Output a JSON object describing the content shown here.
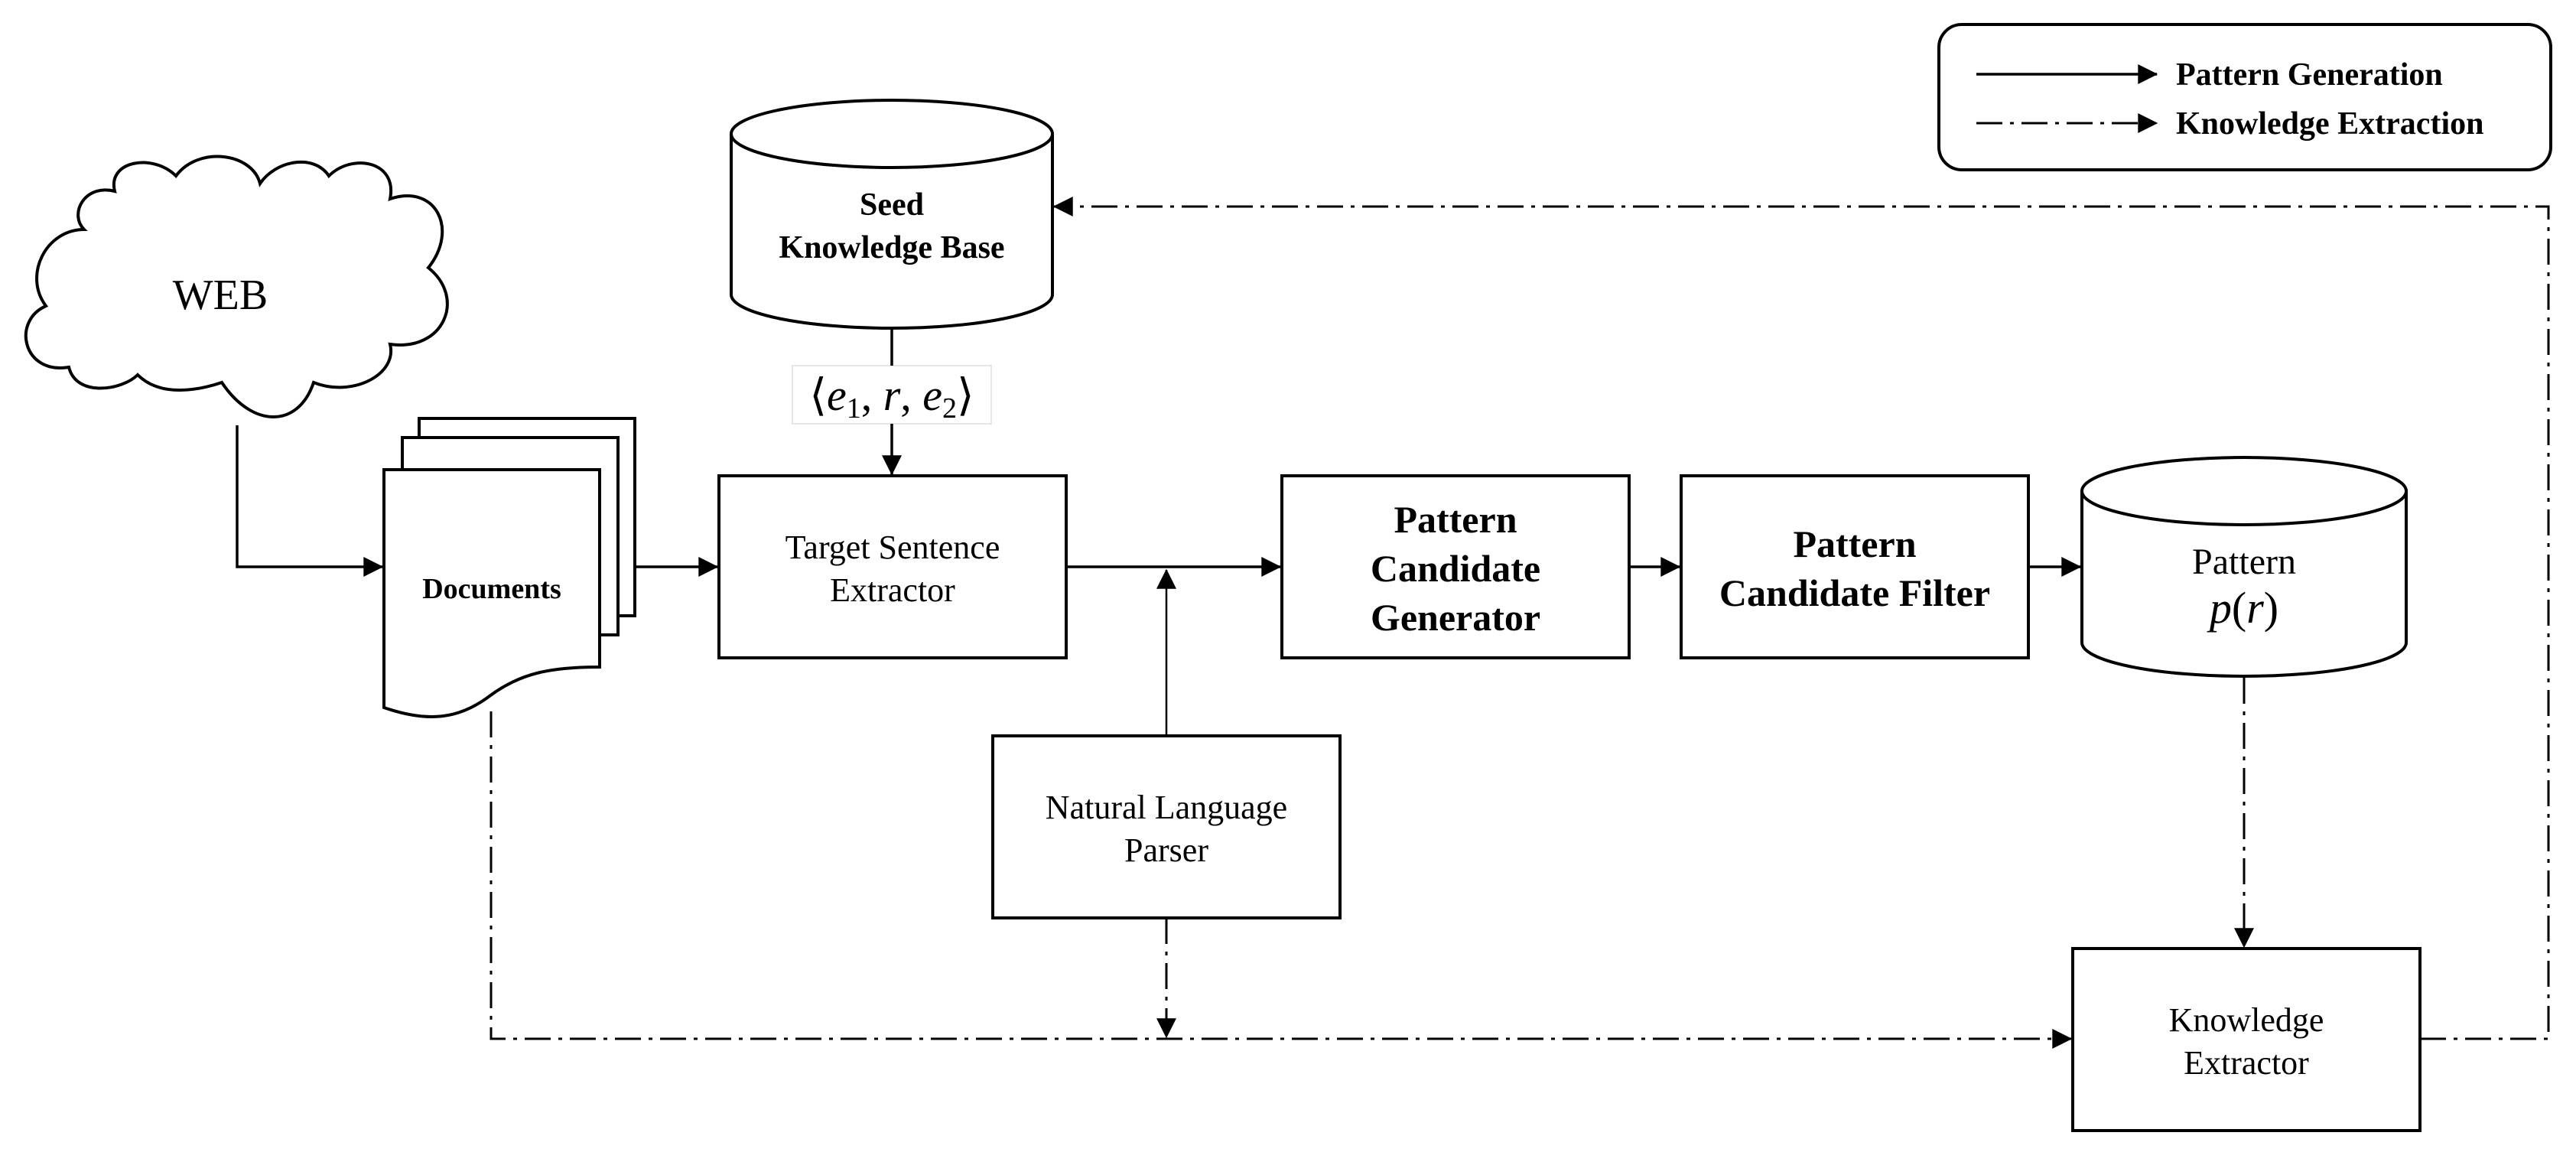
{
  "legend": {
    "solid_label": "Pattern Generation",
    "dashdot_label": "Knowledge Extraction"
  },
  "nodes": {
    "web": "WEB",
    "documents": "Documents",
    "seed_kb": {
      "line1": "Seed",
      "line2": "Knowledge Base"
    },
    "tuple": {
      "open": "⟨",
      "e1": "e",
      "e1_sub": "1",
      "comma1": ", ",
      "r": "r",
      "comma2": ", ",
      "e2": "e",
      "e2_sub": "2",
      "close": "⟩"
    },
    "target_sentence_extractor": {
      "line1": "Target Sentence",
      "line2": "Extractor"
    },
    "pattern_candidate_generator": {
      "line1": "Pattern",
      "line2": "Candidate",
      "line3": "Generator"
    },
    "pattern_candidate_filter": {
      "line1": "Pattern",
      "line2": "Candidate Filter"
    },
    "pattern_db": {
      "line1": "Pattern",
      "p": "p",
      "paren_open": "(",
      "r": "r",
      "paren_close": ")"
    },
    "natural_language_parser": {
      "line1": "Natural Language",
      "line2": "Parser"
    },
    "knowledge_extractor": {
      "line1": "Knowledge",
      "line2": "Extractor"
    }
  }
}
